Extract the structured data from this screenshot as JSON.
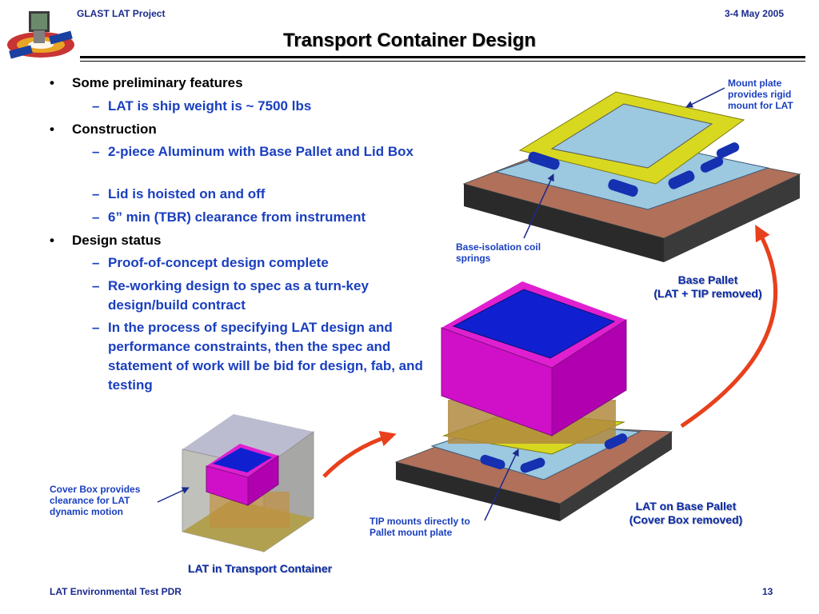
{
  "header": {
    "project": "GLAST LAT Project",
    "date": "3-4 May 2005"
  },
  "title": "Transport Container Design",
  "bullets": [
    {
      "level": 1,
      "text": "Some preliminary features"
    },
    {
      "level": 2,
      "text": "LAT is ship weight is ~ 7500 lbs"
    },
    {
      "level": 1,
      "text": "Construction"
    },
    {
      "level": 2,
      "text": "2-piece Aluminum with Base Pallet and Lid Box"
    },
    {
      "level": 2,
      "text": "Lid is hoisted on and off"
    },
    {
      "level": 2,
      "text": "6” min (TBR) clearance from instrument"
    },
    {
      "level": 1,
      "text": "Design status"
    },
    {
      "level": 2,
      "text": "Proof-of-concept design complete"
    },
    {
      "level": 2,
      "text": "Re-working design to spec as a turn-key design/build contract"
    },
    {
      "level": 2,
      "text": "In the process of specifying LAT design and performance constraints, then the spec and statement of work will be bid for design, fab, and testing"
    }
  ],
  "bullet_markers": {
    "level1": "•",
    "level2": "–"
  },
  "callouts": {
    "mount_plate": "Mount plate provides rigid mount for LAT",
    "coil_springs": "Base-isolation coil springs",
    "cover_box": "Cover Box provides clearance for LAT dynamic motion",
    "tip_mounts": "TIP mounts directly to Pallet mount plate"
  },
  "captions": {
    "base_pallet_1": "Base Pallet",
    "base_pallet_2": "(LAT + TIP removed)",
    "lat_on_pallet_1": "LAT on Base Pallet",
    "lat_on_pallet_2": "(Cover Box removed)",
    "lat_in_container": "LAT in Transport Container"
  },
  "footer": {
    "left": "LAT Environmental Test PDR",
    "page": "13"
  },
  "colors": {
    "header_text": "#1a2a8c",
    "bullet_level2": "#1a3fbf",
    "arrow": "#e8401c",
    "pallet": "#b0705a",
    "mount_plate": "#d8d820",
    "lid_magenta": "#d010c8",
    "lid_blue": "#1020d0"
  }
}
